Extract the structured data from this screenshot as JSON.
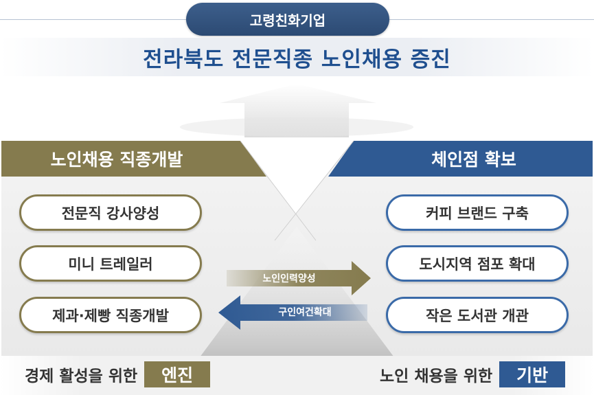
{
  "badge": "고령친화기업",
  "title": "전라북도 전문직종 노인채용 증진",
  "left_panel": {
    "heading": "노인채용 직종개발",
    "items": [
      "전문직 강사양성",
      "미니 트레일러",
      "제과·제빵 직종개발"
    ],
    "caption": "경제 활성을 위한",
    "tag": "엔진"
  },
  "right_panel": {
    "heading": "체인점 확보",
    "items": [
      "커피 브랜드 구축",
      "도시지역 점포 확대",
      "작은 도서관 개관"
    ],
    "caption": "노인 채용을 위한",
    "tag": "기반"
  },
  "arrows": {
    "to_right": "노인인력양성",
    "to_left": "구인여건확대"
  },
  "colors": {
    "gold": "#857b4e",
    "blue": "#2f5a93",
    "title_blue": "#1f4f8f"
  }
}
